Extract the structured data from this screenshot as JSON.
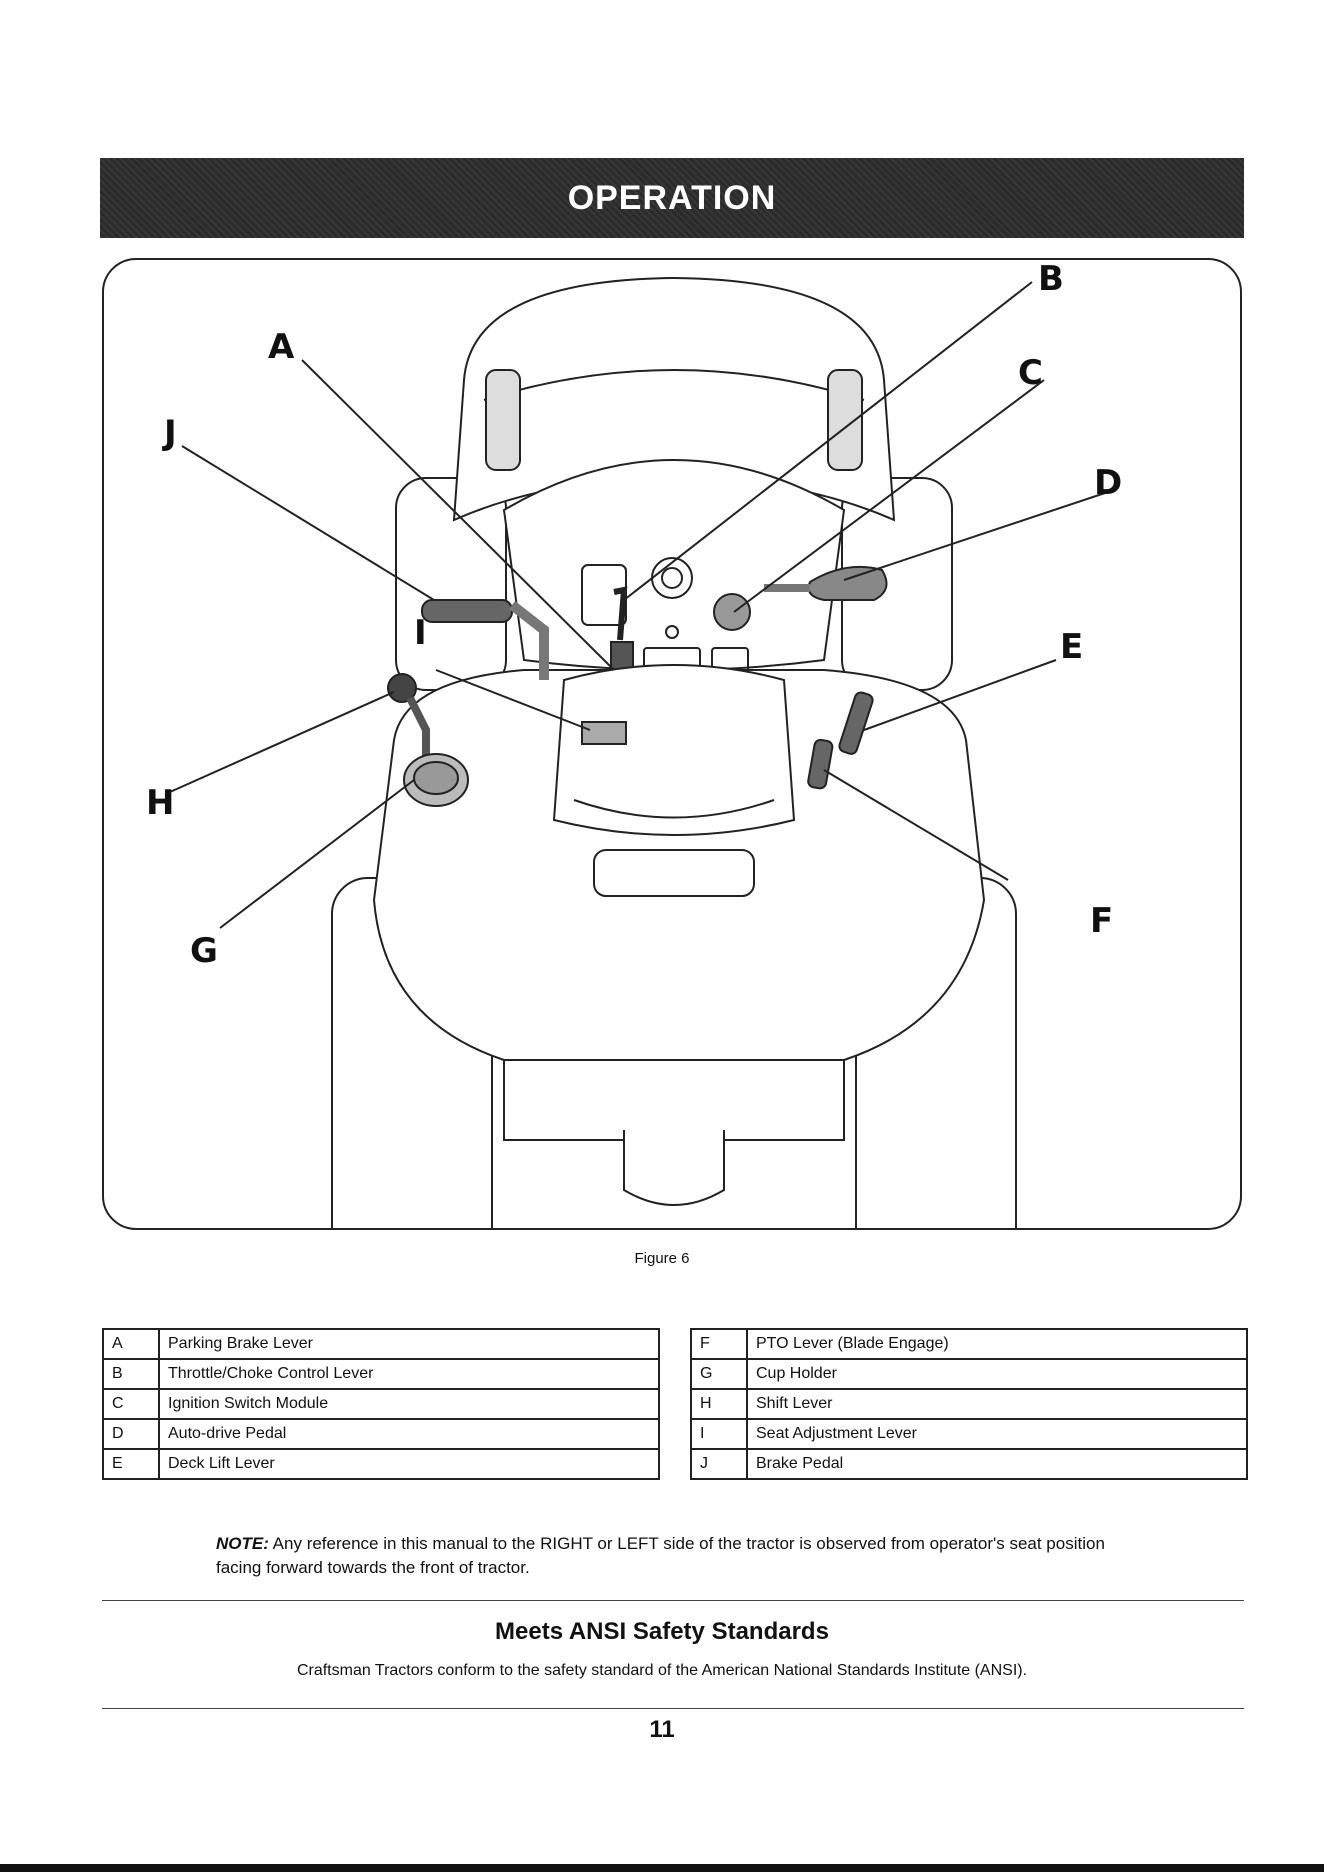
{
  "header": {
    "section_title": "OPERATION"
  },
  "figure": {
    "callouts": [
      "A",
      "B",
      "C",
      "D",
      "E",
      "F",
      "G",
      "H",
      "I",
      "J"
    ],
    "caption": "Figure 6"
  },
  "legend_left": [
    {
      "key": "A",
      "label": "Parking Brake Lever"
    },
    {
      "key": "B",
      "label": "Throttle/Choke Control Lever"
    },
    {
      "key": "C",
      "label": "Ignition Switch Module"
    },
    {
      "key": "D",
      "label": "Auto-drive Pedal"
    },
    {
      "key": "E",
      "label": "Deck Lift Lever"
    }
  ],
  "legend_right": [
    {
      "key": "F",
      "label": "PTO Lever (Blade Engage)"
    },
    {
      "key": "G",
      "label": "Cup Holder"
    },
    {
      "key": "H",
      "label": "Shift Lever"
    },
    {
      "key": "I",
      "label": "Seat Adjustment Lever"
    },
    {
      "key": "J",
      "label": "Brake Pedal"
    }
  ],
  "note": {
    "label": "NOTE:",
    "text": " Any reference in this manual to the RIGHT or LEFT side of the tractor is observed from operator's seat position facing forward towards the front of tractor."
  },
  "ansi": {
    "title": "Meets ANSI Safety Standards",
    "text": "Craftsman Tractors conform to the safety standard of the American National Standards Institute (ANSI)."
  },
  "page_number": "11"
}
